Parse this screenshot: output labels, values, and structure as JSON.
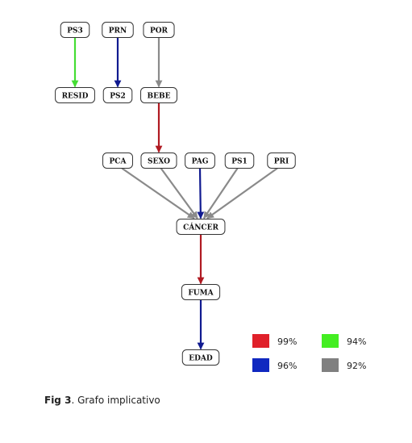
{
  "diagram": {
    "nodes": [
      {
        "id": "ps3",
        "label": "PS3"
      },
      {
        "id": "prn",
        "label": "PRN"
      },
      {
        "id": "por",
        "label": "POR"
      },
      {
        "id": "resid",
        "label": "RESID"
      },
      {
        "id": "ps2",
        "label": "PS2"
      },
      {
        "id": "bebe",
        "label": "BEBE"
      },
      {
        "id": "pca",
        "label": "PCA"
      },
      {
        "id": "sexo",
        "label": "SEXO"
      },
      {
        "id": "pag",
        "label": "PAG"
      },
      {
        "id": "ps1",
        "label": "PS1"
      },
      {
        "id": "pri",
        "label": "PRI"
      },
      {
        "id": "cancer",
        "label": "CÁNCER"
      },
      {
        "id": "fuma",
        "label": "FUMA"
      },
      {
        "id": "edad",
        "label": "EDAD"
      }
    ],
    "edges": [
      {
        "from": "ps3",
        "to": "resid",
        "level": "94%"
      },
      {
        "from": "prn",
        "to": "ps2",
        "level": "96%"
      },
      {
        "from": "por",
        "to": "bebe",
        "level": "92%"
      },
      {
        "from": "bebe",
        "to": "sexo",
        "level": "99%"
      },
      {
        "from": "pca",
        "to": "cancer",
        "level": "92%"
      },
      {
        "from": "sexo",
        "to": "cancer",
        "level": "92%"
      },
      {
        "from": "pag",
        "to": "cancer",
        "level": "96%"
      },
      {
        "from": "ps1",
        "to": "cancer",
        "level": "92%"
      },
      {
        "from": "pri",
        "to": "cancer",
        "level": "92%"
      },
      {
        "from": "cancer",
        "to": "fuma",
        "level": "99%"
      },
      {
        "from": "fuma",
        "to": "edad",
        "level": "96%"
      }
    ]
  },
  "legend": [
    {
      "label": "99%",
      "color": "#e0202a"
    },
    {
      "label": "96%",
      "color": "#1028c0"
    },
    {
      "label": "94%",
      "color": "#44ee22"
    },
    {
      "label": "92%",
      "color": "#808080"
    }
  ],
  "edge_colors": {
    "99%": "#b01a22",
    "96%": "#101a90",
    "94%": "#44dd33",
    "92%": "#8a8a8a"
  },
  "caption": {
    "prefix": "Fig 3",
    "text": ". Grafo implicativo"
  }
}
